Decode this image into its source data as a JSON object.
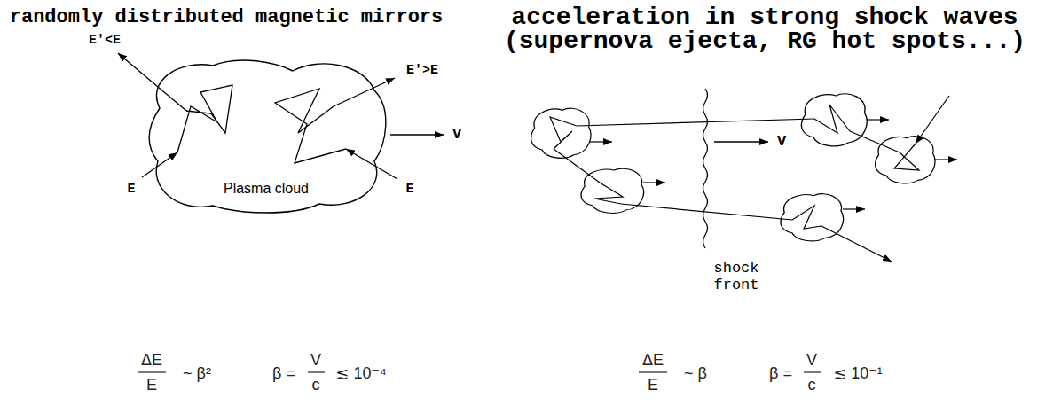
{
  "diagram": {
    "nodes": [
      {
        "text": [
          "Plasma cloud"
        ]
      }
    ],
    "labels": [
      "randomly distributed magnetic mirrors",
      "E'<E",
      "E'>E",
      "V",
      "E",
      "E",
      "ΔE",
      "E",
      "~ β²",
      "β =",
      "V",
      "c",
      "≲ 10⁻⁴",
      "acceleration in strong shock waves (supernova ejecta, RG hot spots...)",
      "V",
      "shock front",
      "ΔE",
      "E",
      "~ β",
      "β =",
      "V",
      "c",
      "≲ 10⁻¹"
    ]
  }
}
